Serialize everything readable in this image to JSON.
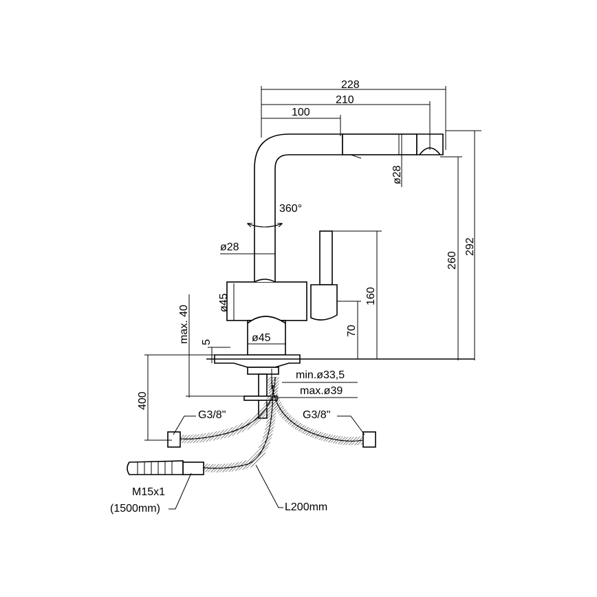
{
  "dimensions": {
    "width_228": "228",
    "width_210": "210",
    "width_100": "100",
    "spout_diameter": "ø28",
    "height_292": "292",
    "height_260": "260",
    "rotation": "360°",
    "body_tube_diameter": "ø28",
    "lever_height": "160",
    "lever_base_height": "70",
    "body_diameter": "ø45",
    "base_diameter": "ø45",
    "max_thickness": "max. 40",
    "base_plate": "5",
    "hole_min": "min.ø33,5",
    "hole_max": "max.ø39",
    "hose_length": "400"
  },
  "connections": {
    "left_thread": "G3/8\"",
    "right_thread": "G3/8\"",
    "shower_thread": "M15x1",
    "shower_hose_length": "(1500mm)",
    "supply_hose_length": "L200mm"
  }
}
